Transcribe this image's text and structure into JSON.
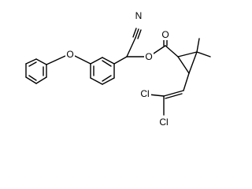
{
  "molecule": {
    "atoms": {
      "nitrile_n": "N",
      "ester_carbonyl_o": "O",
      "ester_bridge_o": "O",
      "ether_o": "O",
      "chlorine_1": "Cl",
      "chlorine_2": "Cl"
    },
    "colors": {
      "bond": "#000000",
      "label": "#000000",
      "background": "#ffffff"
    }
  }
}
